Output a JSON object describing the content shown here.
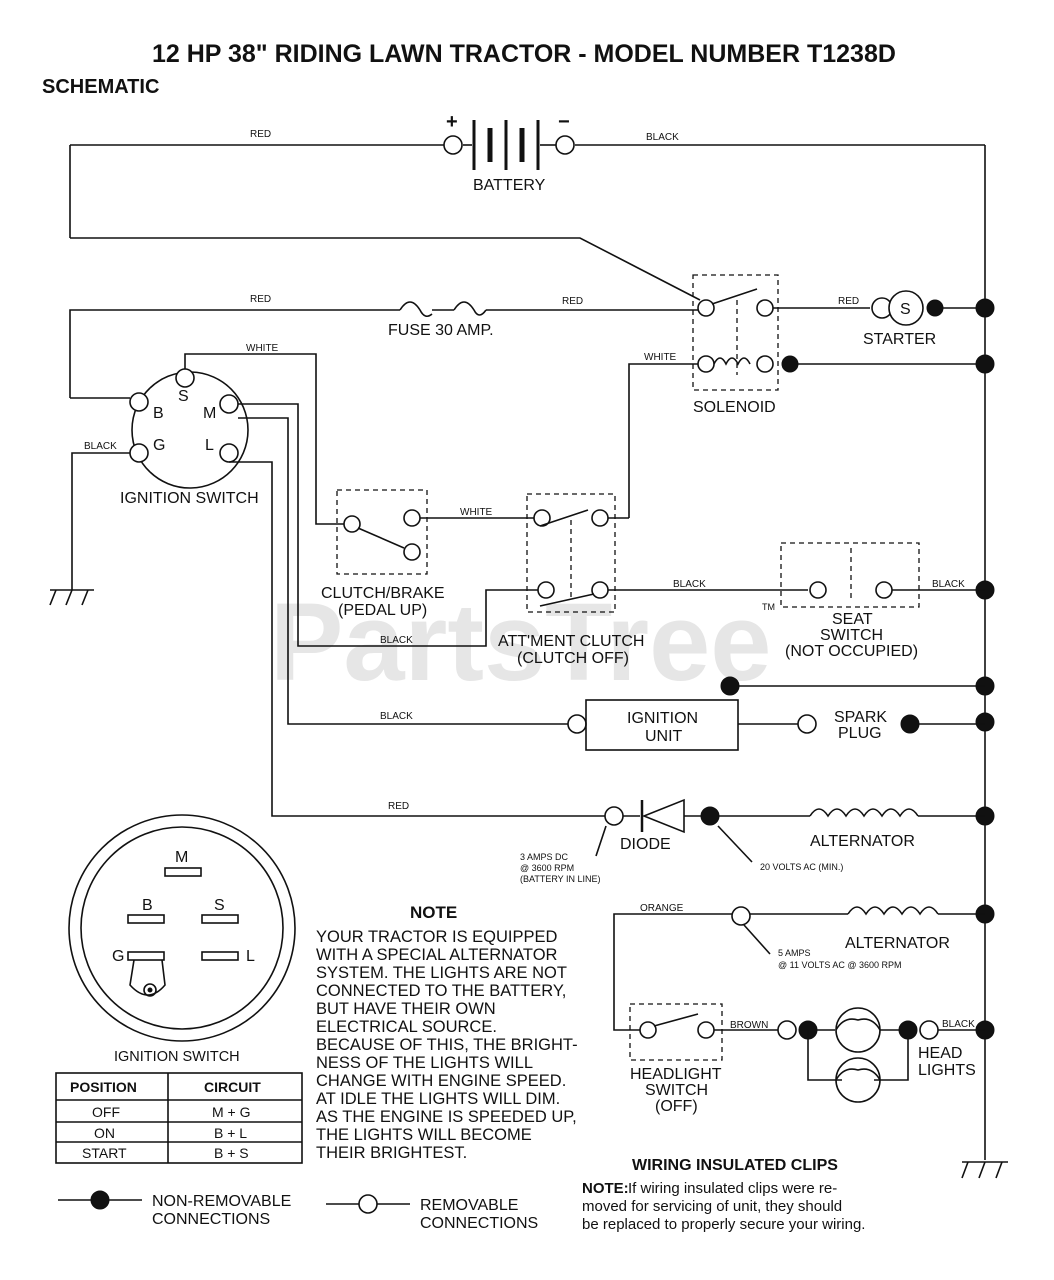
{
  "title": "12 HP 38\" RIDING LAWN TRACTOR - MODEL NUMBER T1238D",
  "subtitle": "SCHEMATIC",
  "watermark": "PartsTree",
  "trademark": "TM",
  "battery": {
    "label": "BATTERY",
    "plus": "+",
    "minus": "−"
  },
  "wires": {
    "red_battery": "RED",
    "black_battery": "BLACK",
    "red_fuse_left": "RED",
    "red_fuse_right": "RED",
    "red_starter": "RED",
    "white_switch": "WHITE",
    "white_solenoid": "WHITE",
    "white_clutch": "WHITE",
    "black_ground": "BLACK",
    "black_seat_left": "BLACK",
    "black_seat_right": "BLACK",
    "black_attment": "BLACK",
    "black_ignition": "BLACK",
    "red_diode": "RED",
    "orange": "ORANGE",
    "brown": "BROWN",
    "black_headlights": "BLACK"
  },
  "components": {
    "fuse": "FUSE 30 AMP.",
    "starter": "STARTER",
    "starter_symbol": "S",
    "solenoid": "SOLENOID",
    "ignition_switch": "IGNITION SWITCH",
    "switch_terminals": {
      "B": "B",
      "S": "S",
      "M": "M",
      "G": "G",
      "L": "L"
    },
    "clutch_brake_1": "CLUTCH/BRAKE",
    "clutch_brake_2": "(PEDAL UP)",
    "attment_1": "ATT'MENT CLUTCH",
    "attment_2": "(CLUTCH OFF)",
    "seat_1": "SEAT",
    "seat_2": "SWITCH",
    "seat_3": "(NOT OCCUPIED)",
    "ignition_unit_1": "IGNITION",
    "ignition_unit_2": "UNIT",
    "spark_1": "SPARK",
    "spark_2": "PLUG",
    "diode": "DIODE",
    "alternator_1": "ALTERNATOR",
    "alternator_2": "ALTERNATOR",
    "diode_note_1": "3 AMPS DC",
    "diode_note_2": "@ 3600 RPM",
    "diode_note_3": "(BATTERY IN LINE)",
    "alt_note": "20 VOLTS AC (MIN.)",
    "alt2_note_1": "5 AMPS",
    "alt2_note_2": "@ 11 VOLTS AC @ 3600 RPM",
    "headlight_switch_1": "HEADLIGHT",
    "headlight_switch_2": "SWITCH",
    "headlight_switch_3": "(OFF)",
    "head_lights_1": "HEAD",
    "head_lights_2": "LIGHTS"
  },
  "switch_face": {
    "M": "M",
    "B": "B",
    "S": "S",
    "G": "G",
    "L": "L",
    "label": "IGNITION SWITCH"
  },
  "switch_table": {
    "headers": [
      "POSITION",
      "CIRCUIT"
    ],
    "rows": [
      [
        "OFF",
        "M + G"
      ],
      [
        "ON",
        "B + L"
      ],
      [
        "START",
        "B + S"
      ]
    ]
  },
  "note": {
    "heading": "NOTE",
    "lines": [
      "YOUR TRACTOR IS EQUIPPED",
      "WITH A SPECIAL ALTERNATOR",
      "SYSTEM.  THE LIGHTS ARE NOT",
      "CONNECTED TO  THE BATTERY,",
      "BUT HAVE THEIR OWN",
      "ELECTRICAL SOURCE.",
      "BECAUSE OF THIS, THE BRIGHT-",
      "NESS OF THE LIGHTS WILL",
      "CHANGE WITH ENGINE SPEED.",
      "AT IDLE THE LIGHTS WILL DIM.",
      "AS THE ENGINE IS SPEEDED UP,",
      "THE LIGHTS WILL BECOME",
      "THEIR BRIGHTEST."
    ]
  },
  "clips": {
    "heading": "WIRING INSULATED CLIPS",
    "note_prefix": "NOTE:",
    "line1": "If wiring insulated clips  were  re-",
    "line2": "moved  for servicing  of  unit,  they should",
    "line3": "be replaced to properly secure your wiring."
  },
  "legend": {
    "non_removable_1": "NON-REMOVABLE",
    "non_removable_2": "CONNECTIONS",
    "removable_1": "REMOVABLE",
    "removable_2": "CONNECTIONS"
  }
}
